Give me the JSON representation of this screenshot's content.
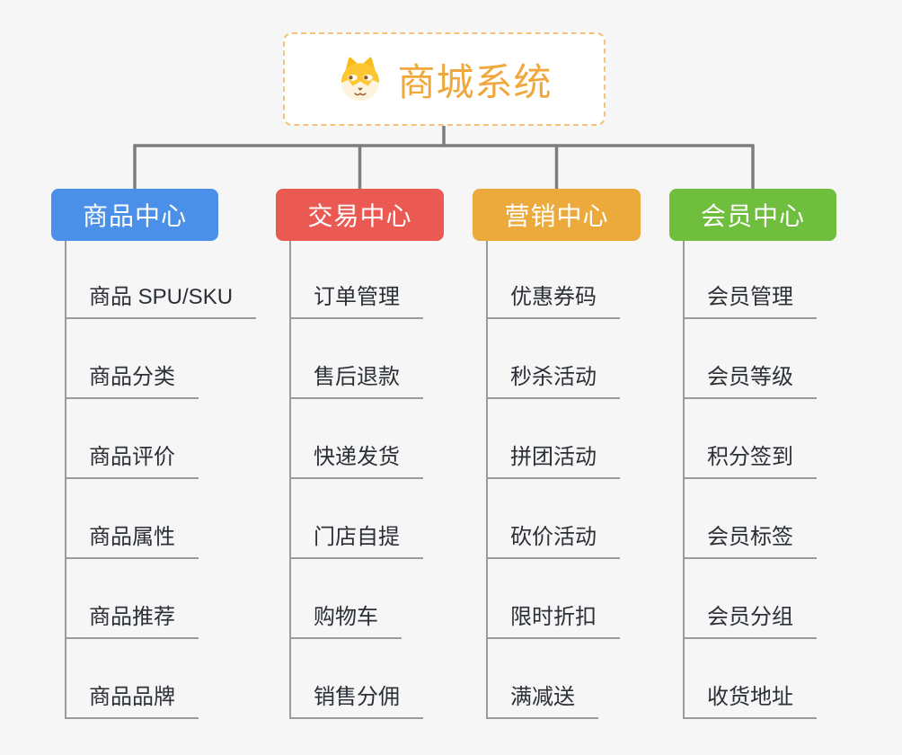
{
  "page": {
    "background": "#f6f6f6"
  },
  "root": {
    "title": "商城系统",
    "icon": "shiba-dog-face-icon",
    "text_color": "#f0a83c",
    "border_color": "#f3c27b"
  },
  "branches": [
    {
      "label": "商品中心",
      "color": "#4a90e9",
      "children": [
        "商品 SPU/SKU",
        "商品分类",
        "商品评价",
        "商品属性",
        "商品推荐",
        "商品品牌"
      ]
    },
    {
      "label": "交易中心",
      "color": "#ea5a52",
      "children": [
        "订单管理",
        "售后退款",
        "快递发货",
        "门店自提",
        "购物车",
        "销售分佣"
      ]
    },
    {
      "label": "营销中心",
      "color": "#eca93c",
      "children": [
        "优惠券码",
        "秒杀活动",
        "拼团活动",
        "砍价活动",
        "限时折扣",
        "满减送"
      ]
    },
    {
      "label": "会员中心",
      "color": "#6fbe3d",
      "children": [
        "会员管理",
        "会员等级",
        "积分签到",
        "会员标签",
        "会员分组",
        "收货地址"
      ]
    }
  ],
  "colors": {
    "connector": "#7d7d7d",
    "child_line": "#9b9b9b",
    "child_text": "#2b2f36"
  }
}
